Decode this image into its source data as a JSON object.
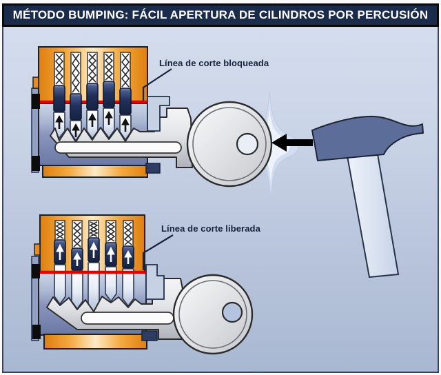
{
  "title": "MÉTODO BUMPING: FÁCIL APERTURA DE CILINDROS POR PERCUSIÓN",
  "annotations": {
    "blocked": "Línea de corte bloqueada",
    "released": "Línea de corte liberada"
  },
  "colors": {
    "title_bar_bg": "#1b2b4b",
    "title_text": "#ffffff",
    "frame_border": "#3c4660",
    "background_top": "#d6deee",
    "background_bottom": "#a9b8d2",
    "shear_line": "#e00000",
    "housing_orange": "#ef9420",
    "driver_pin_navy": "#1d2c4e",
    "key_pin_light": "#e6ecf5",
    "plug_blue": "#8995bd",
    "key_metal": "#d9dadd",
    "hammer_head": "#5d6d99",
    "hammer_handle": "#dce6f4",
    "impact_arrow": "#000000",
    "label_text": "#14213c"
  },
  "diagram": {
    "top_cylinder": {
      "caption": "Línea de corte bloqueada",
      "state": "blocked",
      "pin_count": 5
    },
    "bottom_cylinder": {
      "caption": "Línea de corte liberada",
      "state": "released",
      "pin_count": 5
    }
  }
}
